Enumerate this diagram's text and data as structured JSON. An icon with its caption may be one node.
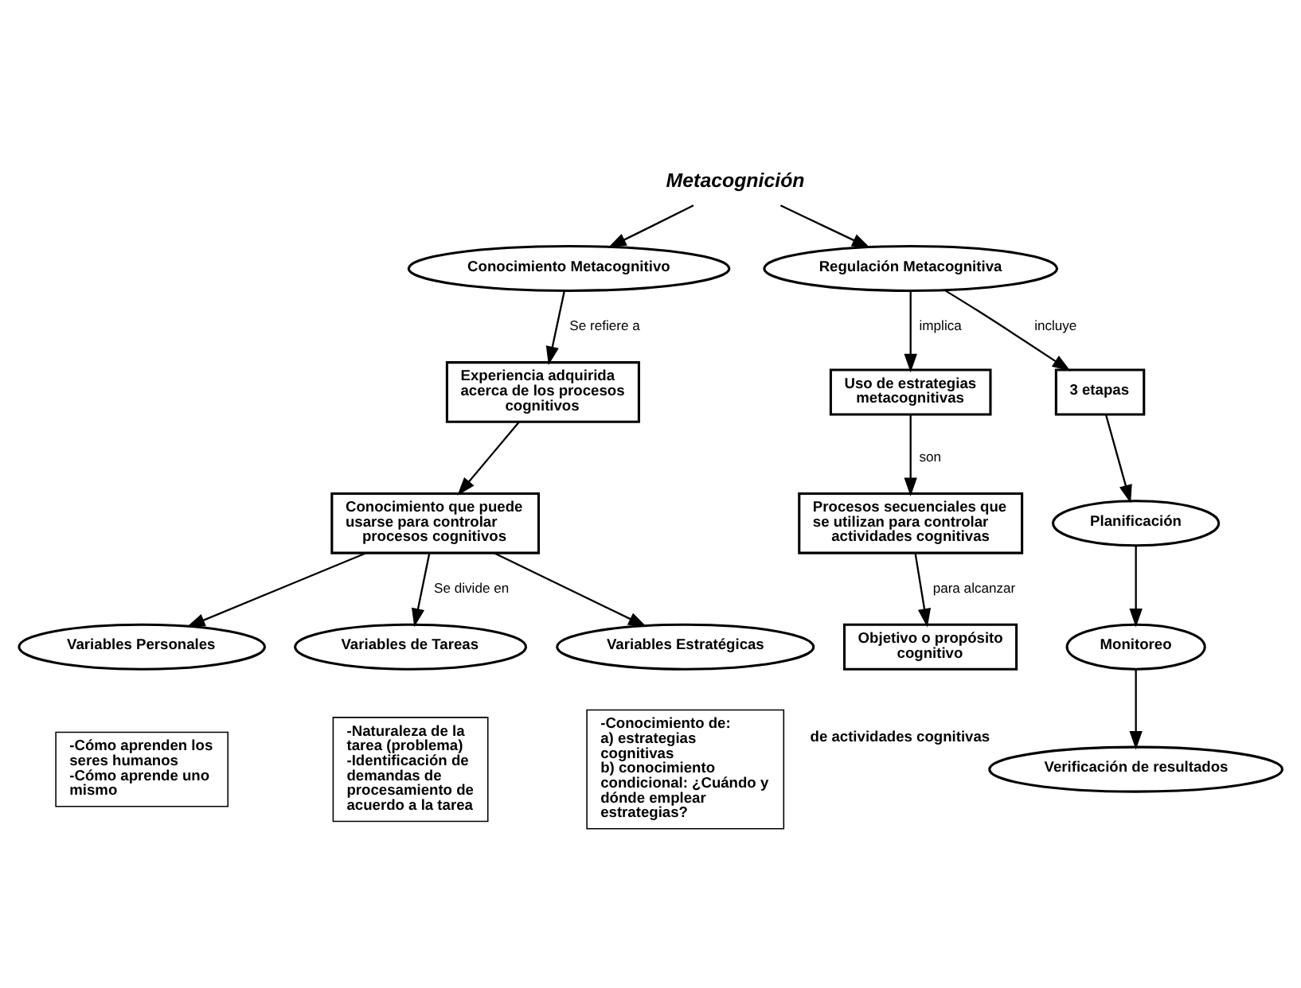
{
  "diagram": {
    "nodes": [
      {
        "text": [
          "Metacognición"
        ]
      },
      {
        "text": [
          "Conocimiento Metacognitivo"
        ]
      },
      {
        "text": [
          "Regulación Metacognitiva"
        ]
      },
      {
        "text": [
          "Experiencia adquirida acerca de los procesos cognitivos"
        ]
      },
      {
        "text": [
          "Conocimiento que puede usarse para controlar procesos cognitivos"
        ]
      },
      {
        "text": [
          "Variables Personales"
        ]
      },
      {
        "text": [
          "Variables de Tareas"
        ]
      },
      {
        "text": [
          "Variables Estratégicas"
        ]
      },
      {
        "text": [
          "-Cómo aprenden los seres humanos",
          "-Cómo aprende uno mismo"
        ]
      },
      {
        "text": [
          "-Naturaleza de la tarea (problema)",
          "-Identificación de demandas de procesamiento de acuerdo a la tarea"
        ]
      },
      {
        "text": [
          "-Conocimiento de:",
          "a) estrategias cognitivas",
          "b) conocimiento condicional: ¿Cuándo y dónde emplear estrategias?"
        ]
      },
      {
        "text": [
          "Uso de estrategias metacognitivas"
        ]
      },
      {
        "text": [
          "3 etapas"
        ]
      },
      {
        "text": [
          "Procesos secuenciales que se utilizan para controlar actividades cognitivas"
        ]
      },
      {
        "text": [
          "Planificación"
        ]
      },
      {
        "text": [
          "Objetivo o propósito cognitivo"
        ]
      },
      {
        "text": [
          "Monitoreo"
        ]
      },
      {
        "text": [
          "Verificación de resultados"
        ],
        "beside": [
          "de actividades cognitivas"
        ]
      }
    ],
    "edges": [
      {
        "from": 0,
        "to": 1,
        "arrow": "to"
      },
      {
        "from": 0,
        "to": 2,
        "arrow": "to"
      },
      {
        "from": 1,
        "to": 3,
        "arrow": "to",
        "label": "Se refiere a"
      },
      {
        "from": 3,
        "to": 4,
        "arrow": "to"
      },
      {
        "from": 4,
        "to": 5,
        "arrow": "to"
      },
      {
        "from": 4,
        "to": 6,
        "arrow": "to",
        "label": "Se divide en"
      },
      {
        "from": 4,
        "to": 7,
        "arrow": "to"
      },
      {
        "from": 2,
        "to": 11,
        "arrow": "to",
        "label": "implica"
      },
      {
        "from": 2,
        "to": 12,
        "arrow": "to",
        "label": "incluye"
      },
      {
        "from": 11,
        "to": 13,
        "arrow": "to",
        "label": "son"
      },
      {
        "from": 12,
        "to": 14,
        "arrow": "to"
      },
      {
        "from": 13,
        "to": 15,
        "arrow": "to",
        "label": "para alcanzar"
      },
      {
        "from": 14,
        "to": 16,
        "arrow": "to"
      },
      {
        "from": 16,
        "to": 17,
        "arrow": "to"
      }
    ]
  }
}
